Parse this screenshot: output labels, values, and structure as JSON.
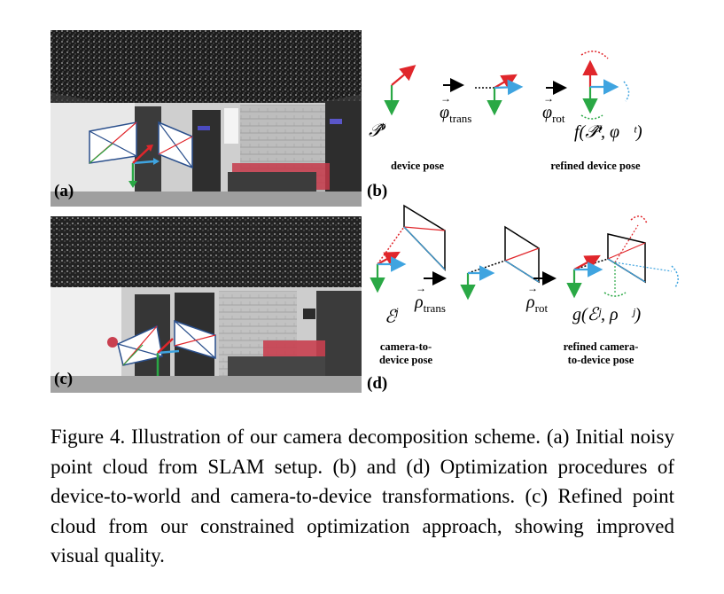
{
  "panels": {
    "a": "(a)",
    "b": "(b)",
    "c": "(c)",
    "d": "(d)"
  },
  "diagram_b": {
    "pose_symbol": "𝒫̂",
    "pose_sup": "t",
    "phi_trans": "φ",
    "phi_trans_sub": "trans",
    "phi_rot": "φ",
    "phi_rot_sub": "rot",
    "result": "f(𝒫̂ᵗ, φ⃗ᵗ)",
    "label_left": "device pose",
    "label_right": "refined device pose"
  },
  "diagram_d": {
    "pose_symbol": "ℰ",
    "pose_sup": "j",
    "rho_trans": "ρ",
    "rho_trans_sub": "trans",
    "rho_rot": "ρ",
    "rho_rot_sub": "rot",
    "result": "g(ℰʲ, ρ⃗ʲ)",
    "label_left_1": "camera-to-",
    "label_left_2": "device pose",
    "label_right_1": "refined camera-",
    "label_right_2": "to-device pose"
  },
  "caption": "Figure 4.  Illustration of our camera decomposition scheme. (a) Initial noisy point cloud from SLAM setup. (b) and (d) Optimization procedures of device-to-world and camera-to-device transformations. (c) Refined point cloud from our constrained optimization approach, showing improved visual quality.",
  "colors": {
    "x_axis": "#e0262b",
    "y_axis": "#2aa845",
    "z_axis": "#3fa4e0"
  }
}
